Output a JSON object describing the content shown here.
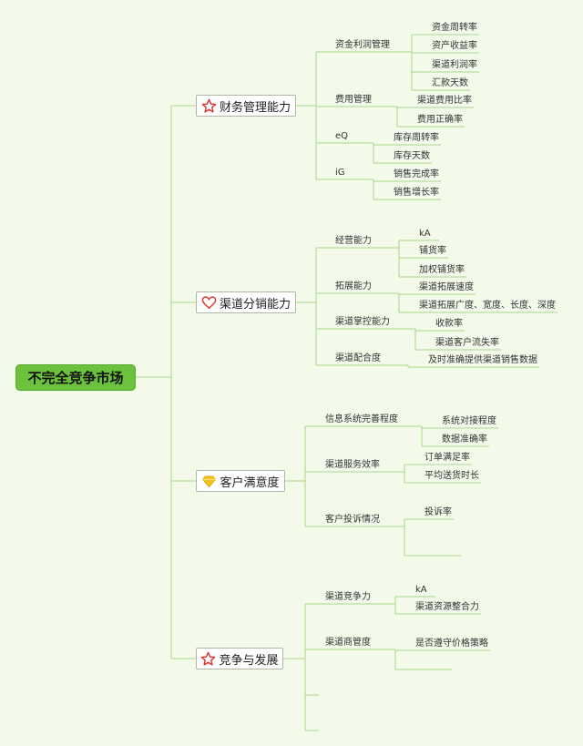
{
  "root": "不完全竞争市场",
  "categories": [
    {
      "label": "财务管理能力",
      "icon": "star-icon",
      "subs": [
        {
          "label": "资金利润管理",
          "leaves": [
            "资金周转率",
            "资产收益率",
            "渠道利润率",
            "汇款天数"
          ]
        },
        {
          "label": "费用管理",
          "leaves": [
            "渠道费用比率",
            "费用正确率"
          ]
        },
        {
          "label": "eQ",
          "leaves": [
            "库存周转率",
            "库存天数"
          ]
        },
        {
          "label": "iG",
          "leaves": [
            "销售完成率",
            "销售增长率"
          ]
        }
      ]
    },
    {
      "label": "渠道分销能力",
      "icon": "heart-icon",
      "subs": [
        {
          "label": "经营能力",
          "leaves": [
            "kA",
            "铺货率",
            "加权铺货率"
          ]
        },
        {
          "label": "拓展能力",
          "leaves": [
            "渠道拓展速度",
            "渠道拓展广度、宽度、长度、深度"
          ]
        },
        {
          "label": "渠道掌控能力",
          "leaves": [
            "收款率",
            "渠道客户流失率"
          ]
        },
        {
          "label": "渠道配合度",
          "leaves": [
            "及时准确提供渠道销售数据"
          ]
        }
      ]
    },
    {
      "label": "客户满意度",
      "icon": "diamond-icon",
      "subs": [
        {
          "label": "信息系统完善程度",
          "leaves": [
            "系统对接程度",
            "数据准确率"
          ]
        },
        {
          "label": "渠道服务效率",
          "leaves": [
            "订单满足率",
            "平均送货时长"
          ]
        },
        {
          "label": "客户投诉情况",
          "leaves": [
            "投诉率",
            ""
          ]
        }
      ]
    },
    {
      "label": "竞争与发展",
      "icon": "star-icon",
      "subs": [
        {
          "label": "渠道竞争力",
          "leaves": [
            "kA",
            "渠道资源整合力"
          ]
        },
        {
          "label": "渠道商管度",
          "leaves": [
            "是否遵守价格策略",
            ""
          ]
        },
        {
          "label": "",
          "leaves": []
        },
        {
          "label": "",
          "leaves": []
        }
      ]
    }
  ],
  "colors": {
    "background": "#f3faea",
    "line": "#a9d58c",
    "root_fill": "#6cc23c",
    "star": "#e0322f",
    "heart": "#e0322f",
    "diamond": "#f0c419"
  }
}
